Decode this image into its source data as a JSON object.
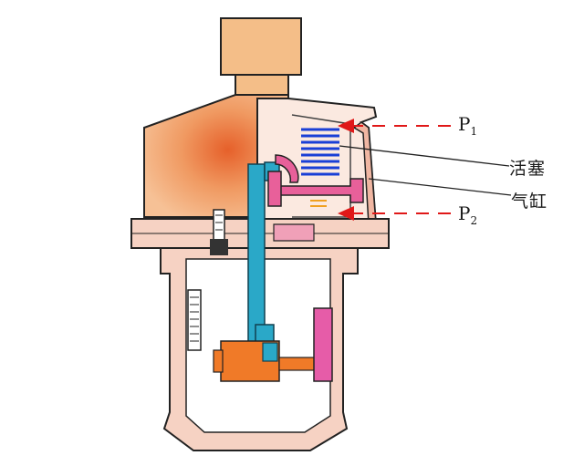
{
  "labels": {
    "p1": {
      "base": "P",
      "sub": "1"
    },
    "p2": {
      "base": "P",
      "sub": "2"
    },
    "piston": "活塞",
    "cylinder": "气缸"
  },
  "colors": {
    "body_fill": "#f6d2c3",
    "body_stroke": "#222222",
    "top_cap": "#f4be88",
    "dome_gradient_inner": "#e86a2a",
    "dome_gradient_outer": "#f4b585",
    "valve_stem": "#2aa8c8",
    "piston_blue": "#1a3fd6",
    "piston_pink": "#e8609a",
    "orange_block": "#f07a28",
    "magenta_block": "#e65ca8",
    "arrow_red": "#e01818",
    "gold_lines": "#f0a020"
  }
}
